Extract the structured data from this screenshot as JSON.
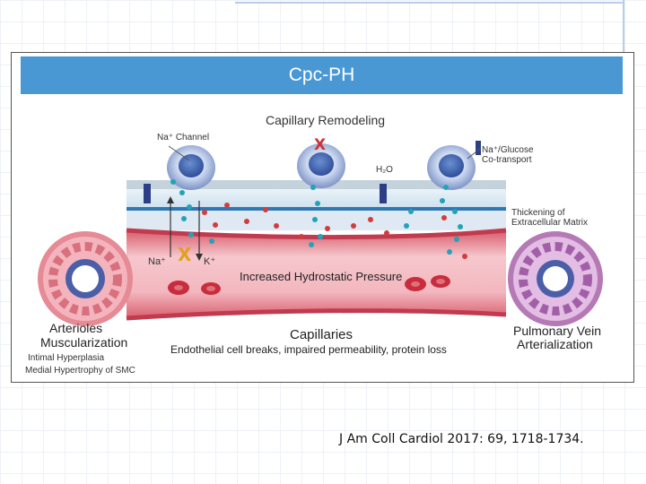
{
  "figure": {
    "title": "Cpc-PH",
    "section_title": "Capillary Remodeling",
    "labels": {
      "na_channel": "Na⁺ Channel",
      "na_glucose": "Na⁺/Glucose",
      "co_transport": "Co-transport",
      "h2o": "H₂O",
      "thickening_1": "Thickening of",
      "thickening_2": "Extracellular Matrix",
      "na_ion": "Na⁺",
      "k_ion": "K⁺",
      "blocked_mark": "X",
      "pressure": "Increased Hydrostatic Pressure",
      "capillaries": "Capillaries",
      "capillaries_sub": "Endothelial cell breaks, impaired permeability, protein loss",
      "arterioles_1": "Arterioles",
      "arterioles_2": "Muscularization",
      "arterioles_sub1": "Intimal Hyperplasia",
      "arterioles_sub2": "Medial Hypertrophy of SMC",
      "vein_1": "Pulmonary Vein",
      "vein_2": "Arterialization"
    }
  },
  "citation": "J Am Coll Cardiol 2017: 69, 1718-1734.",
  "colors": {
    "title_bar": "#4a98d3",
    "vessel": "#e5707e",
    "cell": "#9fb3d8",
    "ion_red": "#d23c3c",
    "ion_blue": "#23a2b8",
    "vein_ring": "#b57ab5",
    "arteriole_ring": "#e68a95"
  }
}
